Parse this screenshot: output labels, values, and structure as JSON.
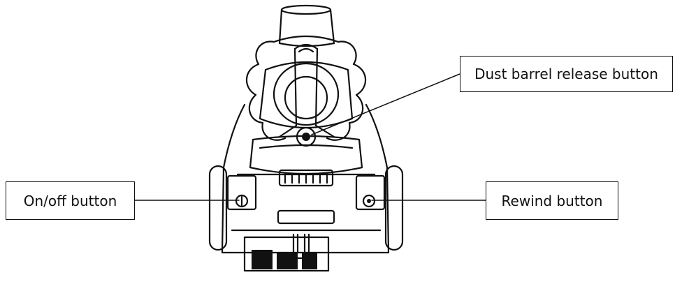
{
  "labels": {
    "dust_barrel_release": "Dust barrel release button",
    "on_off": "On/off button",
    "rewind": "Rewind button"
  },
  "colors": {
    "line": "#111111",
    "background": "#ffffff"
  }
}
